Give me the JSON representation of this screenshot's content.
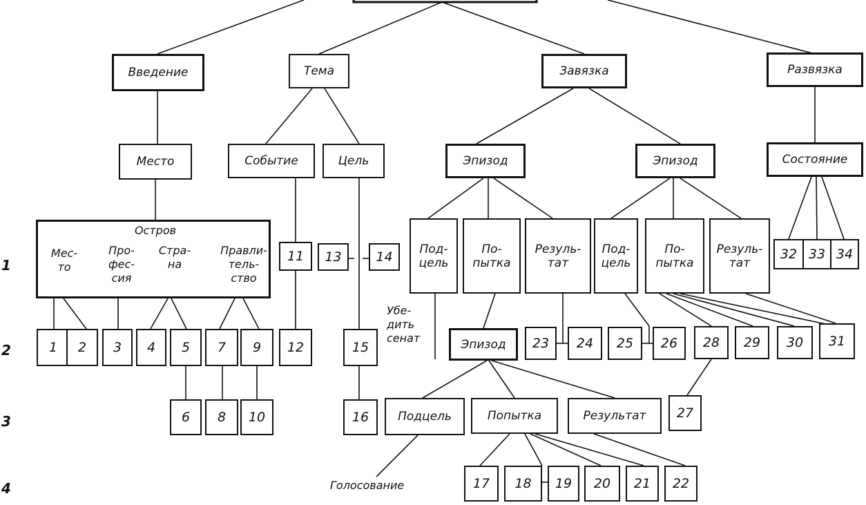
{
  "levels": [
    "1",
    "2",
    "3",
    "4"
  ],
  "top": {
    "introduction": "Введение",
    "theme": "Тема",
    "plot": "Завязка",
    "resolution": "Развязка"
  },
  "mid": {
    "place": "Место",
    "event": "Событие",
    "goal": "Цель",
    "episode": "Эпизод",
    "state": "Состояние"
  },
  "island": {
    "title": "Остров",
    "place": "Мес-\nто",
    "profession": "Про-\nфес-\nсия",
    "country": "Стра-\nна",
    "government": "Правли-\nтель-\nство"
  },
  "episode_parts": {
    "subgoal_split": "Под-\nцель",
    "attempt_split": "По-\nпытка",
    "result_split": "Резуль-\nтат",
    "subgoal": "Подцель",
    "attempt": "Попытка",
    "result": "Результат"
  },
  "annotations": {
    "convince_senate": "Убе-\nдить\nсенат",
    "voting": "Голосование"
  },
  "numbers": [
    "1",
    "2",
    "3",
    "4",
    "5",
    "6",
    "7",
    "8",
    "9",
    "10",
    "11",
    "12",
    "13",
    "14",
    "15",
    "16",
    "17",
    "18",
    "19",
    "20",
    "21",
    "22",
    "23",
    "24",
    "25",
    "26",
    "27",
    "28",
    "29",
    "30",
    "31",
    "32",
    "33",
    "34"
  ]
}
